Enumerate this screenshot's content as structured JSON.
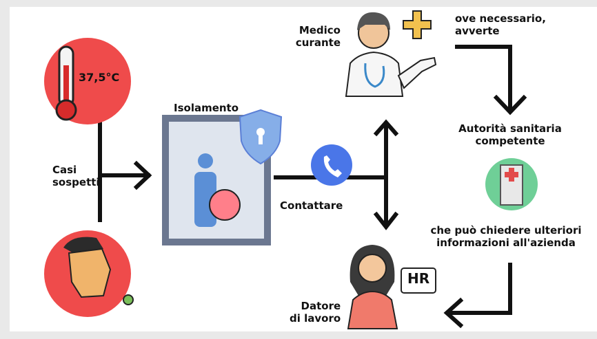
{
  "temperature": {
    "value": "37,5°C"
  },
  "nodes": {
    "casi_sospetti": "Casi\nsospetti",
    "isolamento": "Isolamento",
    "contattare": "Contattare",
    "medico": "Medico\ncurante",
    "ove": "ove necessario,\navverte",
    "autorita": "Autorità sanitaria\ncompetente",
    "chiedere": "che può chiedere ulteriori\ninformazioni all'azienda",
    "datore": "Datore\ndi lavoro",
    "hr_badge": "HR"
  },
  "colors": {
    "red": "#ef4b4b",
    "dark": "#111111",
    "blue": "#5b7fd6",
    "green": "#6fcf97",
    "yellow": "#f2c14e",
    "frame": "#6b7790"
  }
}
